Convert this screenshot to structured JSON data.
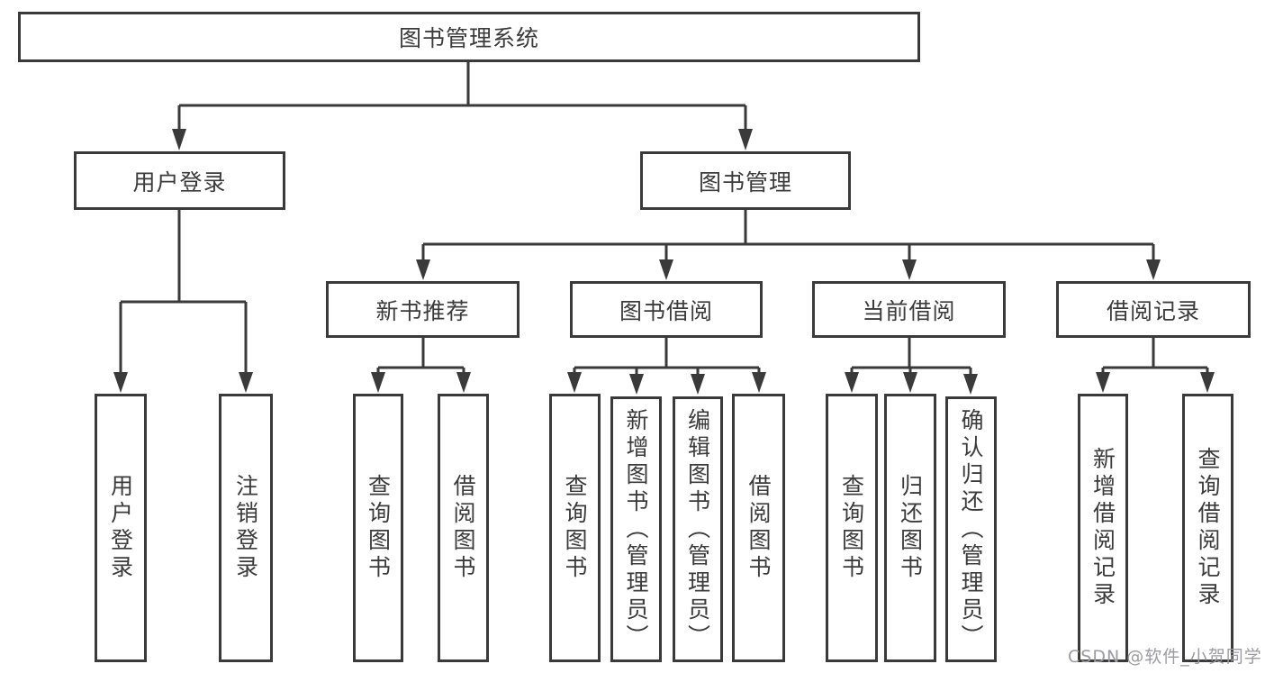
{
  "diagram_type": "tree",
  "nodes": {
    "root": "图书管理系统",
    "user_login": "用户登录",
    "book_mgmt": "图书管理",
    "new_book": "新书推荐",
    "borrow": "图书借阅",
    "current": "当前借阅",
    "records": "借阅记录",
    "user_login_children": [
      "用户登录",
      "注销登录"
    ],
    "new_book_children": [
      "查询图书",
      "借阅图书"
    ],
    "borrow_children": [
      "查询图书",
      "新增图书（管理员）",
      "编辑图书（管理员）",
      "借阅图书"
    ],
    "current_children": [
      "查询图书",
      "归还图书",
      "确认归还（管理员）"
    ],
    "records_children": [
      "新增借阅记录",
      "查询借阅记录"
    ]
  },
  "hierarchy": {
    "图书管理系统": {
      "用户登录": [
        "用户登录",
        "注销登录"
      ],
      "图书管理": {
        "新书推荐": [
          "查询图书",
          "借阅图书"
        ],
        "图书借阅": [
          "查询图书",
          "新增图书（管理员）",
          "编辑图书（管理员）",
          "借阅图书"
        ],
        "当前借阅": [
          "查询图书",
          "归还图书",
          "确认归还（管理员）"
        ],
        "借阅记录": [
          "新增借阅记录",
          "查询借阅记录"
        ]
      }
    }
  },
  "watermark": "CSDN @软件_小贺同学",
  "colors": {
    "line": "#3a3a3a",
    "text": "#3b3b3b",
    "box_background": "#ffffff",
    "page_background": "#ffffff",
    "watermark": "#9b9ba3"
  }
}
